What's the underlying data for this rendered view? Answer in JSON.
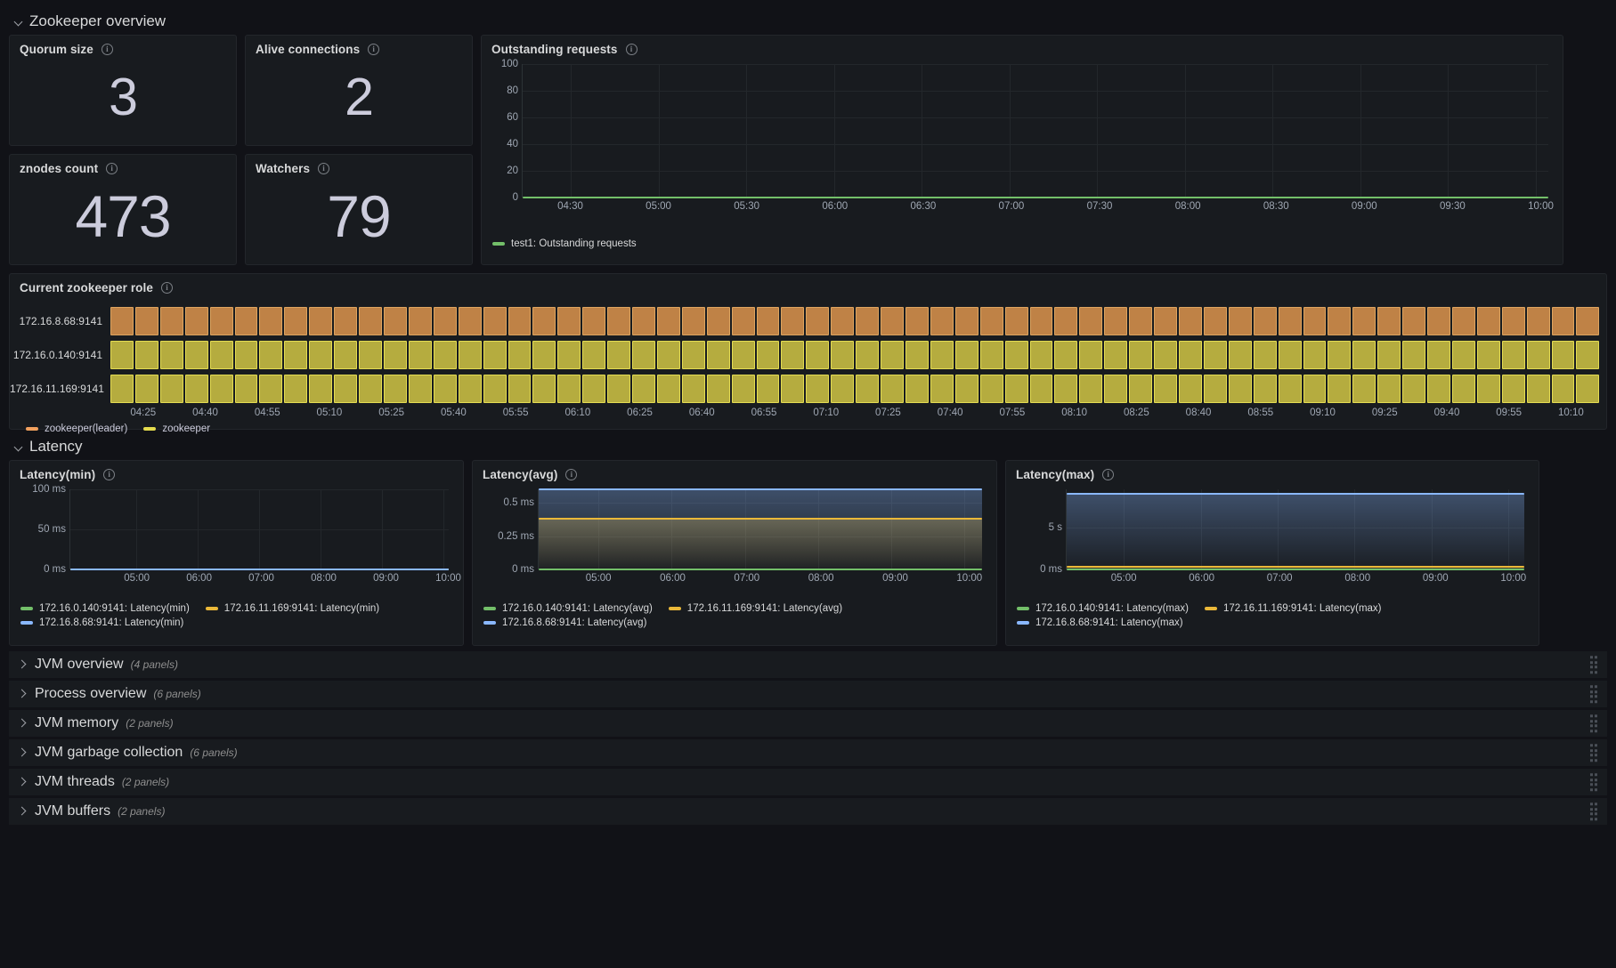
{
  "rows": {
    "zookeeper_overview": {
      "title": "Zookeeper overview",
      "state": "expanded"
    },
    "latency": {
      "title": "Latency",
      "state": "expanded"
    }
  },
  "stats": [
    {
      "title": "Quorum size",
      "value": "3",
      "icon": "info-icon"
    },
    {
      "title": "Alive connections",
      "value": "2",
      "icon": "info-icon"
    },
    {
      "title": "znodes count",
      "value": "473",
      "icon": "info-icon"
    },
    {
      "title": "Watchers",
      "value": "79",
      "icon": "info-icon"
    }
  ],
  "colors": {
    "green": "#73bf69",
    "yellow": "#eab839",
    "blue": "#8ab8ff",
    "leader_orange": "#bf8246",
    "follower_yellow": "#b5ac3f",
    "panel_bg": "#181b1f",
    "page_bg": "#111217",
    "text": "#ccccdc",
    "axis_text": "#9fa7b3"
  },
  "chart_data": [
    {
      "type": "line",
      "panel": "Outstanding requests",
      "title": "Outstanding requests",
      "xlabel": "",
      "ylabel": "",
      "ylim": [
        0,
        100
      ],
      "yticks": [
        "0",
        "20",
        "40",
        "60",
        "80",
        "100"
      ],
      "xticks": [
        "04:30",
        "05:00",
        "05:30",
        "06:00",
        "06:30",
        "07:00",
        "07:30",
        "08:00",
        "08:30",
        "09:00",
        "09:30",
        "10:00"
      ],
      "grid": true,
      "legend_position": "bottom",
      "series": [
        {
          "name": "test1: Outstanding requests",
          "color": "#73bf69",
          "value": 0,
          "values": [
            0,
            0,
            0,
            0,
            0,
            0,
            0,
            0,
            0,
            0,
            0,
            0
          ]
        }
      ]
    },
    {
      "type": "heatmap",
      "panel": "Current zookeeper role",
      "title": "Current zookeeper role",
      "rows": [
        {
          "label": "172.16.8.68:9141",
          "state": "zookeeper(leader)",
          "color": "#bf8246"
        },
        {
          "label": "172.16.0.140:9141",
          "state": "zookeeper",
          "color": "#b5ac3f"
        },
        {
          "label": "172.16.11.169:9141",
          "state": "zookeeper",
          "color": "#b5ac3f"
        }
      ],
      "xticks": [
        "04:25",
        "04:40",
        "04:55",
        "05:10",
        "05:25",
        "05:40",
        "05:55",
        "06:10",
        "06:25",
        "06:40",
        "06:55",
        "07:10",
        "07:25",
        "07:40",
        "07:55",
        "08:10",
        "08:25",
        "08:40",
        "08:55",
        "09:10",
        "09:25",
        "09:40",
        "09:55",
        "10:10"
      ],
      "legend": [
        {
          "label": "zookeeper(leader)",
          "color": "#f2a05e"
        },
        {
          "label": "zookeeper",
          "color": "#e5dc4e"
        }
      ],
      "segments": 60
    },
    {
      "type": "line",
      "panel": "Latency(min)",
      "title": "Latency(min)",
      "ylim": [
        0,
        100
      ],
      "yticks": [
        "0 ms",
        "50 ms",
        "100 ms"
      ],
      "xticks": [
        "05:00",
        "06:00",
        "07:00",
        "08:00",
        "09:00",
        "10:00"
      ],
      "grid": true,
      "legend_position": "bottom",
      "series": [
        {
          "name": "172.16.0.140:9141: Latency(min)",
          "color": "#73bf69",
          "value": 0
        },
        {
          "name": "172.16.11.169:9141: Latency(min)",
          "color": "#eab839",
          "value": 0
        },
        {
          "name": "172.16.8.68:9141: Latency(min)",
          "color": "#8ab8ff",
          "value": 0
        }
      ]
    },
    {
      "type": "area",
      "panel": "Latency(avg)",
      "title": "Latency(avg)",
      "ylim": [
        0,
        0.6
      ],
      "yticks": [
        "0 ms",
        "0.25 ms",
        "0.5 ms"
      ],
      "xticks": [
        "05:00",
        "06:00",
        "07:00",
        "08:00",
        "09:00",
        "10:00"
      ],
      "grid": true,
      "legend_position": "bottom",
      "series": [
        {
          "name": "172.16.0.140:9141: Latency(avg)",
          "color": "#73bf69",
          "value": 0
        },
        {
          "name": "172.16.11.169:9141: Latency(avg)",
          "color": "#eab839",
          "value": 0.38
        },
        {
          "name": "172.16.8.68:9141: Latency(avg)",
          "color": "#8ab8ff",
          "value": 0.6
        }
      ]
    },
    {
      "type": "area",
      "panel": "Latency(max)",
      "title": "Latency(max)",
      "ylim": [
        0,
        9.5
      ],
      "yticks": [
        "0 ms",
        "5 s"
      ],
      "xticks": [
        "05:00",
        "06:00",
        "07:00",
        "08:00",
        "09:00",
        "10:00"
      ],
      "grid": true,
      "legend_position": "bottom",
      "series": [
        {
          "name": "172.16.0.140:9141: Latency(max)",
          "color": "#73bf69",
          "value": 0
        },
        {
          "name": "172.16.11.169:9141: Latency(max)",
          "color": "#eab839",
          "value": 0.35
        },
        {
          "name": "172.16.8.68:9141: Latency(max)",
          "color": "#8ab8ff",
          "value": 9.0
        }
      ]
    }
  ],
  "collapsed_rows": [
    {
      "title": "JVM overview",
      "count": "(4 panels)"
    },
    {
      "title": "Process overview",
      "count": "(6 panels)"
    },
    {
      "title": "JVM memory",
      "count": "(2 panels)"
    },
    {
      "title": "JVM garbage collection",
      "count": "(6 panels)"
    },
    {
      "title": "JVM threads",
      "count": "(2 panels)"
    },
    {
      "title": "JVM buffers",
      "count": "(2 panels)"
    }
  ]
}
